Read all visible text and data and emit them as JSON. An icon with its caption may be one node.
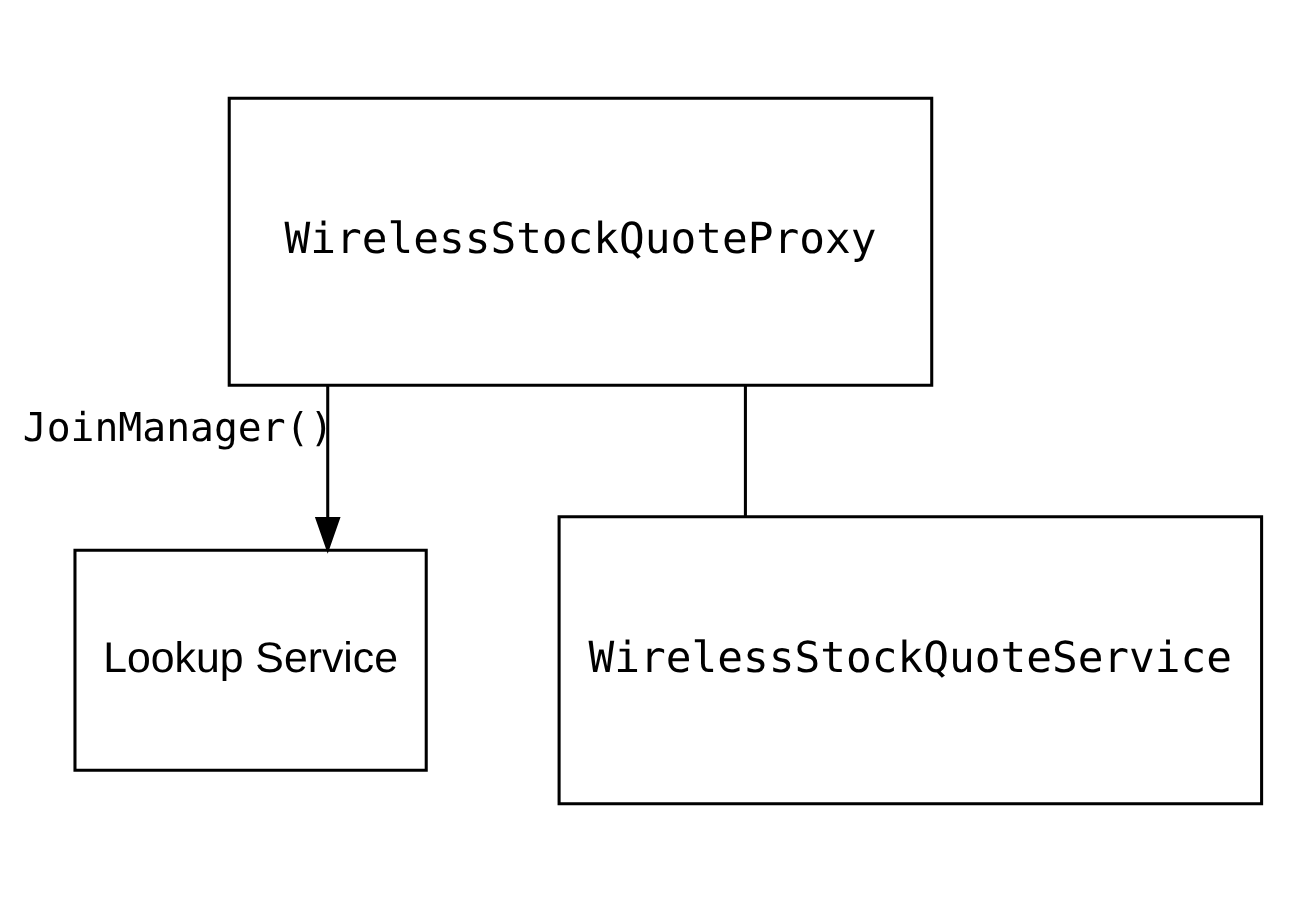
{
  "diagram": {
    "nodes": [
      {
        "text": [
          "Lookup Service"
        ]
      },
      {
        "text": [
          "WirelessStockQuoteProxy"
        ]
      },
      {
        "text": [
          "WirelessStockQuoteService"
        ]
      }
    ],
    "edges": [
      {
        "from": 1,
        "to": 0,
        "arrow": "to",
        "label": "JoinManager()"
      },
      {
        "from": 1,
        "to": 2,
        "arrow": "none"
      }
    ]
  }
}
